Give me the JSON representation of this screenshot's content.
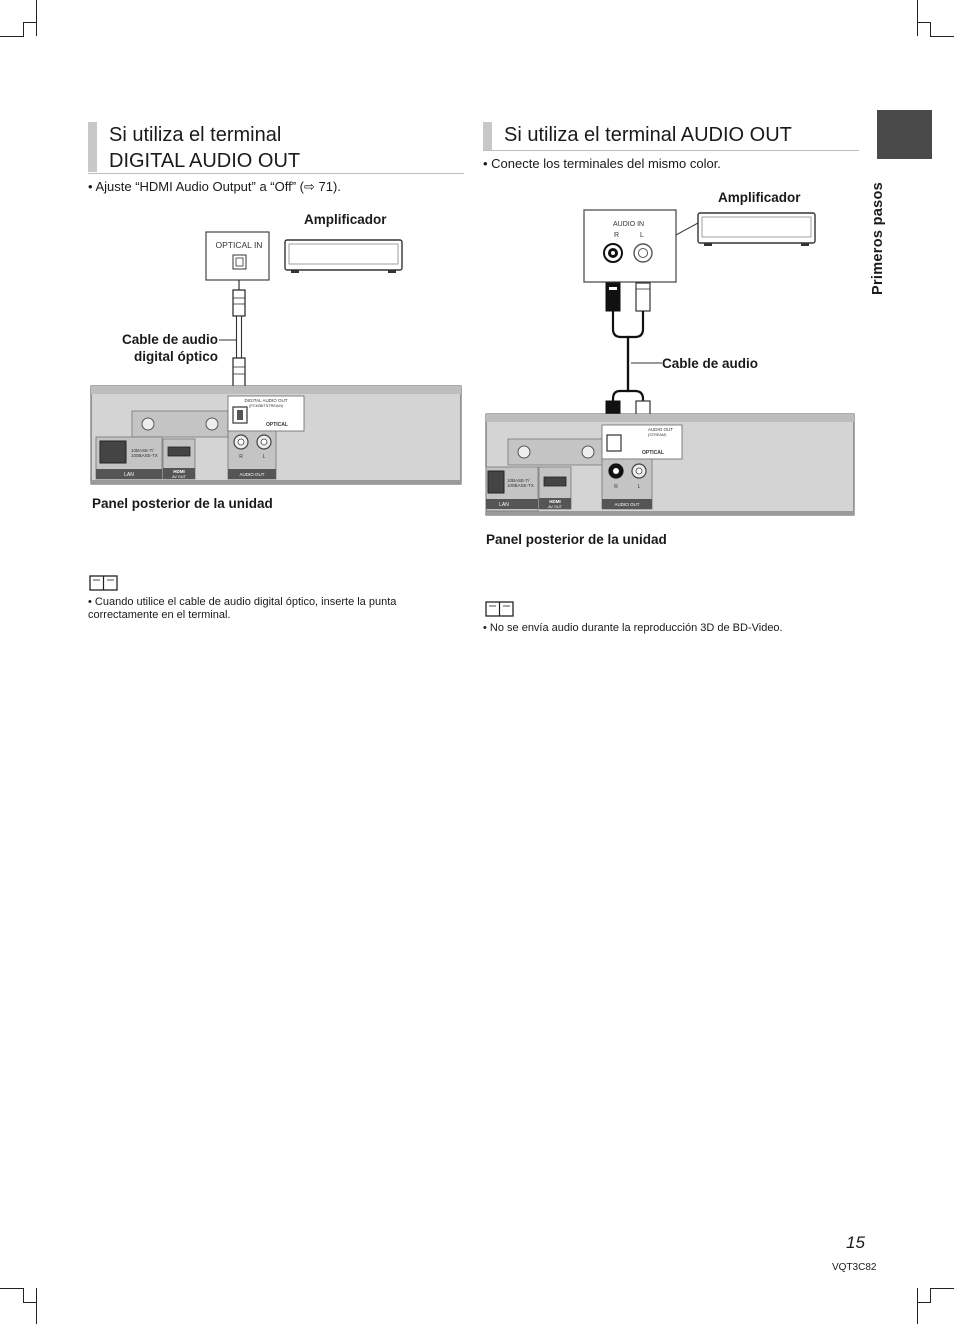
{
  "left_section": {
    "title_line1": "Si utiliza el terminal",
    "title_line2": "DIGITAL AUDIO OUT",
    "bullet": "• Ajuste “HDMI Audio Output” a “Off” (⇨ 71).",
    "amplifier_label": "Amplificador",
    "port_label": "OPTICAL IN",
    "cable_label_line1": "Cable de audio",
    "cable_label_line2": "digital óptico",
    "panel_caption": "Panel posterior de la unidad",
    "note": "•  Cuando utilice el cable de audio digital óptico, inserte la punta correctamente en el terminal.",
    "panel_texts": {
      "digital_audio_out": "DIGITAL  AUDIO OUT",
      "pcm_stream": "(PCM/BITSTREAM)",
      "optical": "OPTICAL",
      "lan_spec1": "10BASE-T/",
      "lan_spec2": "100BASE-TX",
      "lan": "LAN",
      "hdmi": "HDMI",
      "av_out": "AV OUT",
      "audio_out": "AUDIO OUT",
      "r": "R",
      "l": "L"
    }
  },
  "right_section": {
    "title": "Si utiliza el terminal AUDIO OUT",
    "bullet": "• Conecte los terminales del mismo color.",
    "amplifier_label": "Amplificador",
    "port_label": "AUDIO IN",
    "port_r": "R",
    "port_l": "L",
    "cable_label": "Cable de audio",
    "panel_caption": "Panel posterior de la unidad",
    "note": "•  No se envía audio durante la reproducción 3D de BD-Video.",
    "panel_texts": {
      "audio_out_stream": "AUDIO OUT",
      "stream": "(STREAM)",
      "optical": "OPTICAL",
      "lan_spec1": "10BASE-T/",
      "lan_spec2": "100BASE-TX",
      "lan": "LAN",
      "hdmi": "HDMI",
      "av_out": "AV OUT",
      "audio_out": "AUDIO OUT",
      "r": "R",
      "l": "L"
    }
  },
  "side_tab": "Primeros pasos",
  "page_number": "15",
  "doc_code": "VQT3C82"
}
